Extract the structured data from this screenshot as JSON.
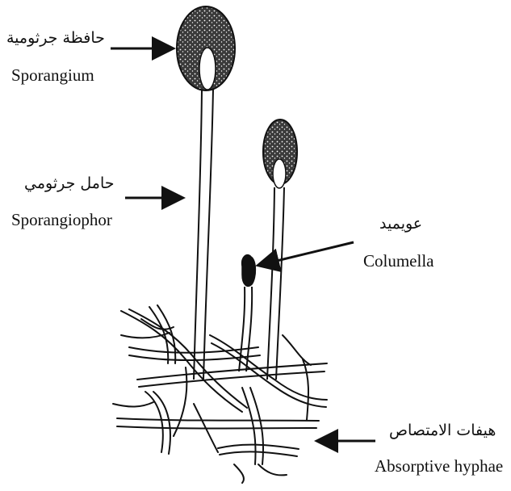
{
  "labels": {
    "sporangium": {
      "ar": "حافظة جرثومية",
      "en": "Sporangium"
    },
    "sporangiophore": {
      "ar": "حامل جرثومي",
      "en": "Sporangiophor"
    },
    "columella": {
      "ar": "عويميد",
      "en": "Columella"
    },
    "absorptive_hyphae": {
      "ar": "هيفات الامتصاص",
      "en": "Absorptive hyphae"
    }
  },
  "colors": {
    "ink": "#111111",
    "background": "#ffffff"
  }
}
